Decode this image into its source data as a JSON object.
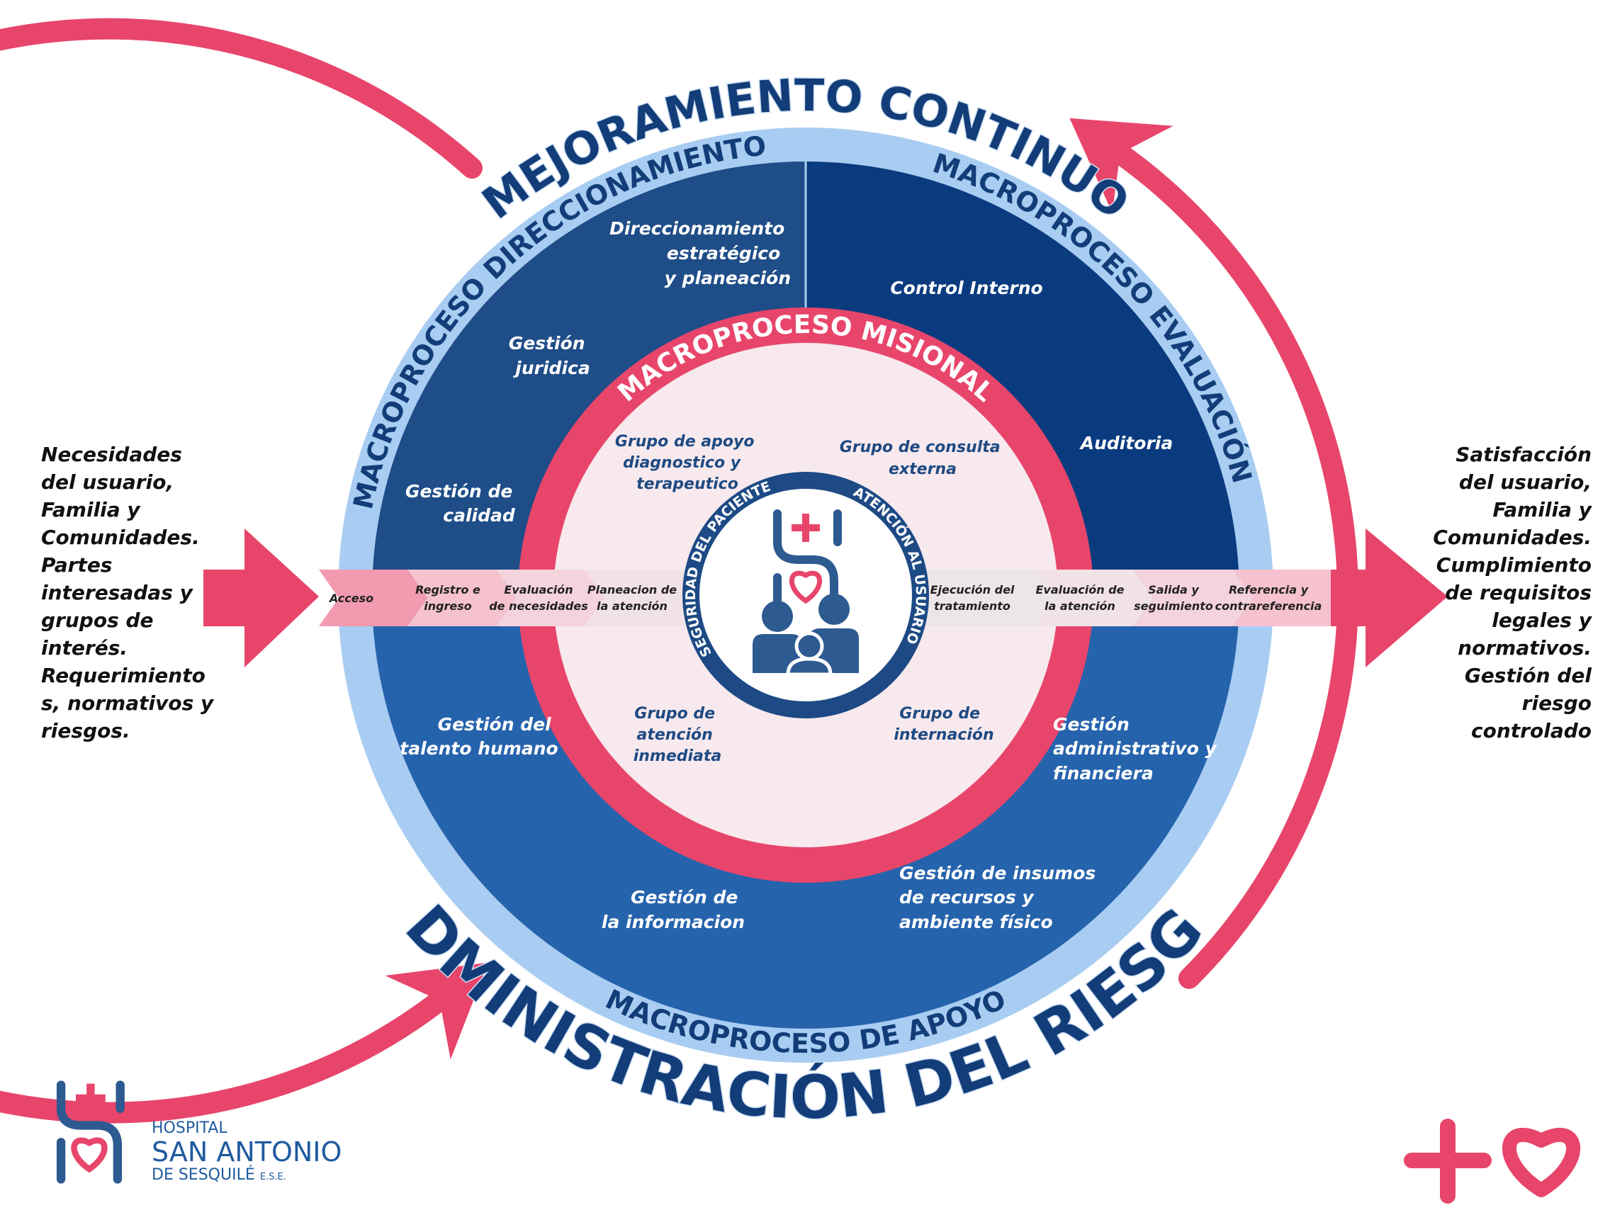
{
  "titles": {
    "top": "MEJORAMIENTO CONTINUO",
    "bottom": "ADMINISTRACIÓN DEL RIESGO"
  },
  "macroprocesos": {
    "direccionamiento": "MACROPROCESO DIRECCIONAMIENTO",
    "evaluacion": "MACROPROCESO EVALUACIÓN",
    "apoyo": "MACROPROCESO DE APOYO",
    "misional": "MACROPROCESO MISIONAL"
  },
  "direccionamiento_items": {
    "estrategico": [
      "Direccionamiento",
      "estratégico",
      "y planeación"
    ],
    "juridica": [
      "Gestión",
      "juridica"
    ],
    "calidad": [
      "Gestión  de",
      "calidad"
    ]
  },
  "evaluacion_items": {
    "control": "Control Interno",
    "auditoria": "Auditoria"
  },
  "apoyo_items": {
    "talento": [
      "Gestión del",
      "talento humano"
    ],
    "administrativo": [
      "Gestión",
      "administrativo y",
      "financiera"
    ],
    "informacion": [
      "Gestión de",
      "la informacion"
    ],
    "insumos": [
      "Gestión de insumos",
      "de  recursos y",
      "ambiente físico"
    ]
  },
  "misional_items": {
    "apoyo_diag": [
      "Grupo de apoyo",
      "diagnostico y",
      "terapeutico"
    ],
    "consulta": [
      "Grupo de consulta",
      "externa"
    ],
    "inmediata": [
      "Grupo de",
      "atención",
      "inmediata"
    ],
    "internacion": [
      "Grupo de",
      "internación"
    ]
  },
  "center_ring": {
    "left": "SEGURIDAD DEL PACIENTE",
    "right": "ATENCIÓN AL USUARIO"
  },
  "process_steps": [
    [
      "Acceso"
    ],
    [
      "Registro e",
      "ingreso"
    ],
    [
      "Evaluación",
      "de necesidades"
    ],
    [
      "Planeacion de",
      "la atención"
    ],
    [
      "Ejecución del",
      "tratamiento"
    ],
    [
      "Evaluación de",
      "la atención"
    ],
    [
      "Salida y",
      "seguimiento"
    ],
    [
      "Referencia y",
      "contrareferencia"
    ]
  ],
  "inputs": [
    "Necesidades",
    "del usuario,",
    "Familia y",
    "Comunidades.",
    "Partes",
    "interesadas y",
    "grupos de",
    "interés.",
    "Requerimiento",
    "s, normativos y",
    "riesgos."
  ],
  "outputs": [
    "Satisfacción",
    "del usuario,",
    "Familia y",
    "Comunidades.",
    "Cumplimiento",
    "de requisitos",
    "legales y",
    "normativos.",
    "Gestión del",
    "riesgo",
    "controlado"
  ],
  "logo": {
    "line1": "HOSPITAL",
    "line2": "SAN ANTONIO",
    "line3": "DE SESQUILÉ",
    "suffix": "E.S.E."
  },
  "colors": {
    "pink": "#e8456b",
    "light_blue": "#a9cdf2",
    "dark_tl": "#1e4d88",
    "dark_tr": "#0b3b7f",
    "mid_blue": "#2663ad",
    "inner_bg": "#f7e9ee",
    "navy": "#1d4a85"
  }
}
